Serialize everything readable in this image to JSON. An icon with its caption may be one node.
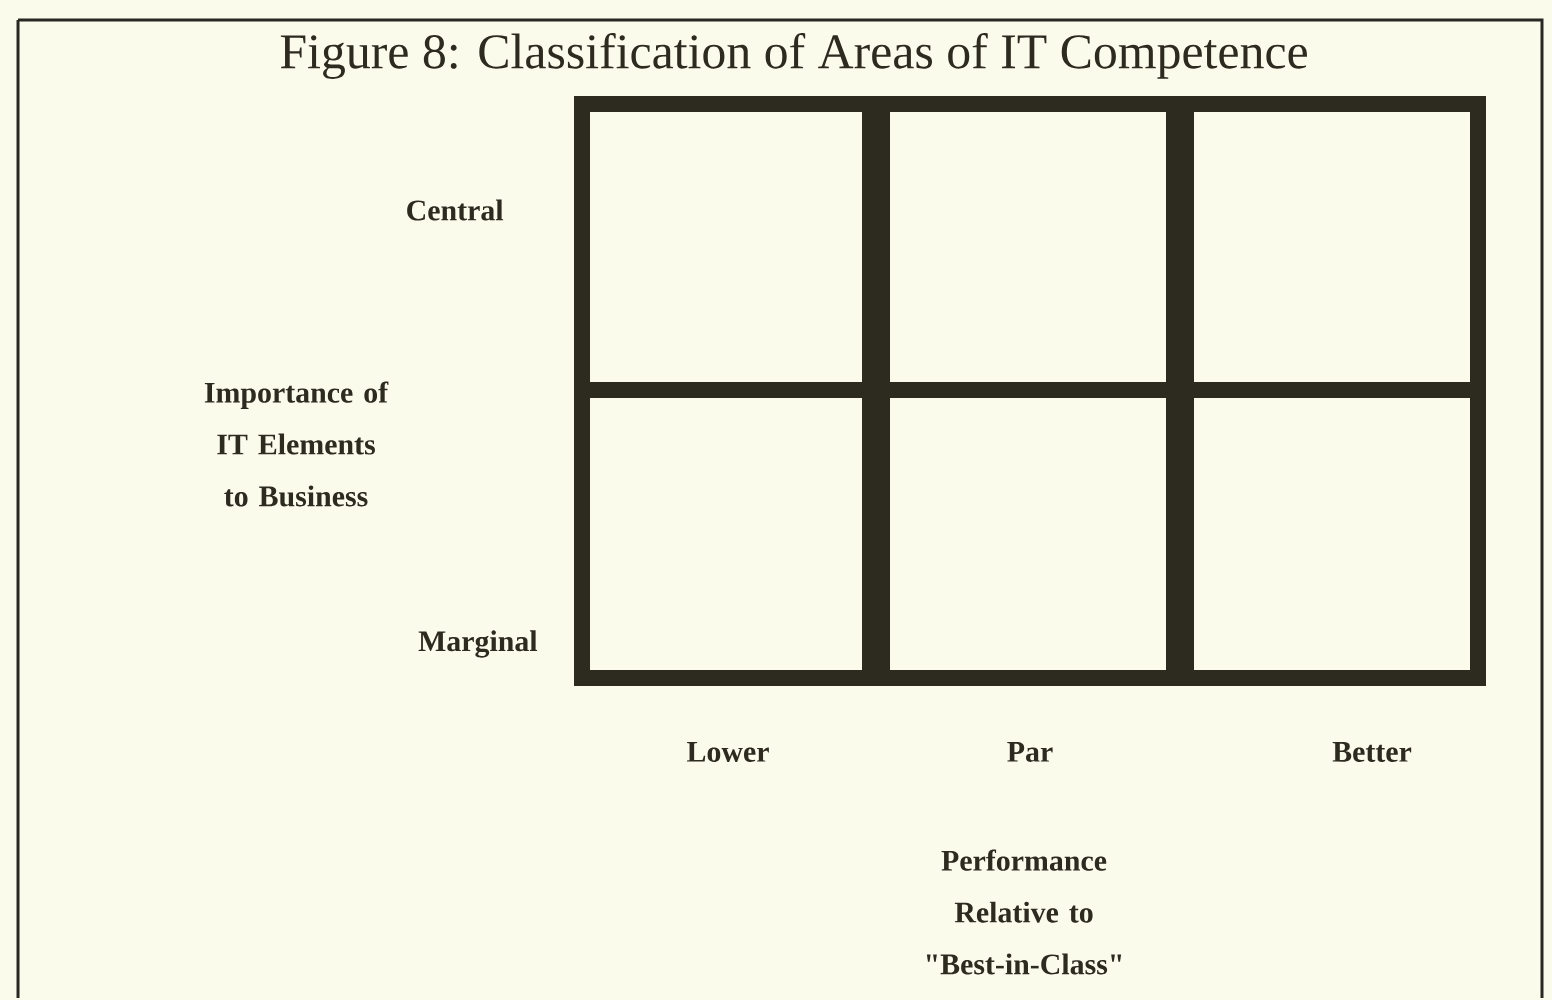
{
  "diagram": {
    "title": "Figure 8: Classification of Areas of IT Competence",
    "labels": [
      "Central",
      "Importance of IT Elements to Business",
      "Marginal",
      "Lower",
      "Par",
      "Better",
      "Performance Relative to \"Best-in-Class\""
    ]
  }
}
